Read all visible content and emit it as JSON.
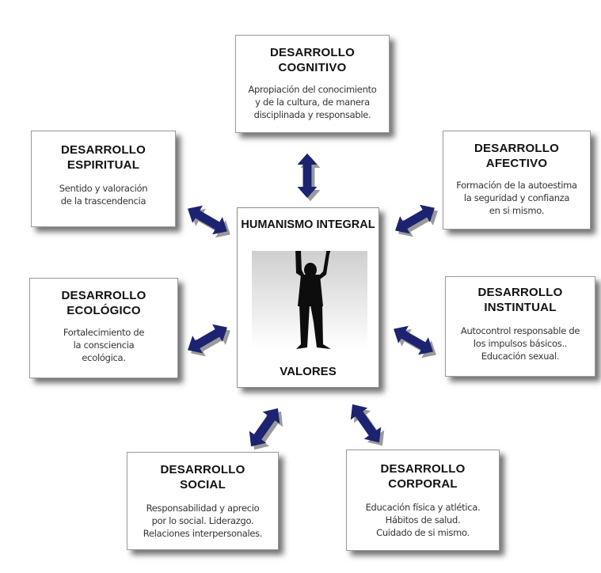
{
  "center": {
    "title": "HUMANISMO INTEGRAL",
    "footer": "VALORES",
    "figure": "person-arms-raised-silhouette"
  },
  "boxes": {
    "cognitivo": {
      "title": [
        "DESARROLLO",
        "COGNITIVO"
      ],
      "desc": [
        "Apropiación del conocimiento",
        "y de la cultura,  de manera",
        "disciplinada y responsable."
      ]
    },
    "espiritual": {
      "title": [
        "DESARROLLO",
        "ESPIRITUAL"
      ],
      "desc": [
        "Sentido y valoración",
        "de la trascendencia"
      ]
    },
    "afectivo": {
      "title": [
        "DESARROLLO",
        "AFECTIVO"
      ],
      "desc": [
        "Formación de la autoestima",
        "la seguridad y confianza",
        "en si mismo."
      ]
    },
    "ecologico": {
      "title": [
        "DESARROLLO",
        "ECOLÓGICO"
      ],
      "desc": [
        "Fortalecimiento de",
        "la consciencia",
        "ecológica."
      ]
    },
    "instintual": {
      "title": [
        "DESARROLLO",
        "INSTINTUAL"
      ],
      "desc": [
        "Autocontrol responsable de",
        "los impulsos básicos..",
        "Educación sexual."
      ]
    },
    "social": {
      "title": [
        "DESARROLLO",
        "SOCIAL"
      ],
      "desc": [
        "Responsabilidad y aprecio",
        "por lo social. Liderazgo.",
        "Relaciones interpersonales."
      ]
    },
    "corporal": {
      "title": [
        "DESARROLLO",
        "CORPORAL"
      ],
      "desc": [
        "Educación física y atlética.",
        "Hábitos de salud.",
        "Cuidado de  si mismo."
      ]
    }
  },
  "colors": {
    "arrow": "#1c2370",
    "arrow_shadow": "#9a9a9a",
    "border": "#9a9a9a",
    "text": "#111111"
  }
}
